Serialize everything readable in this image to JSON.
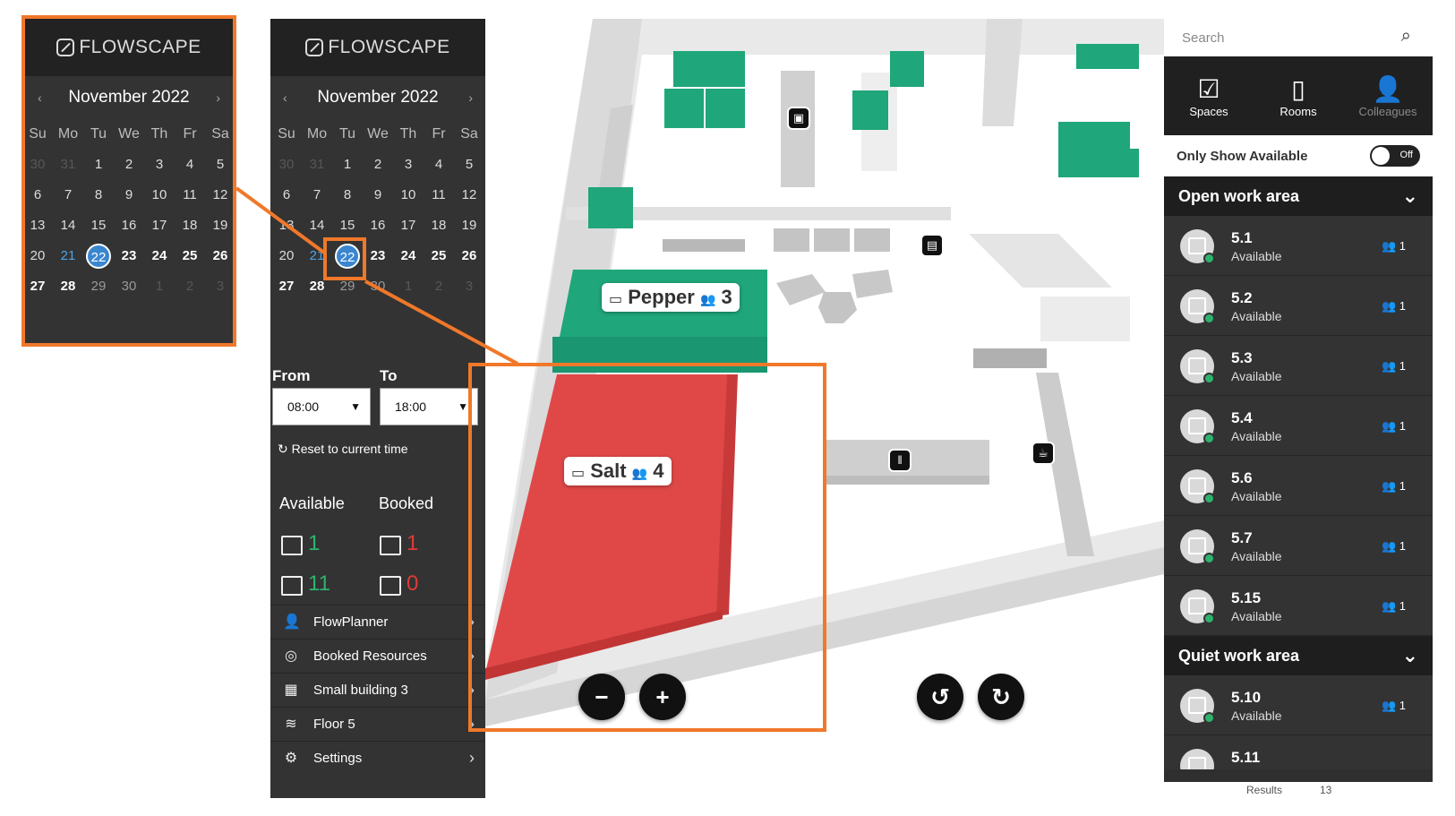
{
  "brand": "FLOWSCAPE",
  "calendar": {
    "month": "November 2022",
    "prev": "‹",
    "next": "›",
    "weekdays": [
      "Su",
      "Mo",
      "Tu",
      "We",
      "Th",
      "Fr",
      "Sa"
    ],
    "weeks": [
      [
        "30",
        "31",
        "1",
        "2",
        "3",
        "4",
        "5"
      ],
      [
        "6",
        "7",
        "8",
        "9",
        "10",
        "11",
        "12"
      ],
      [
        "13",
        "14",
        "15",
        "16",
        "17",
        "18",
        "19"
      ],
      [
        "20",
        "21",
        "22",
        "23",
        "24",
        "25",
        "26"
      ],
      [
        "27",
        "28",
        "29",
        "30",
        "1",
        "2",
        "3"
      ]
    ],
    "selected_day": "22",
    "today_day": "21"
  },
  "time": {
    "from_label": "From",
    "to_label": "To",
    "from_value": "08:00",
    "to_value": "18:00",
    "reset_label": "Reset to current time"
  },
  "stats": {
    "available_label": "Available",
    "booked_label": "Booked",
    "rooms_available": "1",
    "rooms_booked": "1",
    "desks_available": "11",
    "desks_booked": "0"
  },
  "menu": [
    {
      "label": "FlowPlanner",
      "icon": "person-icon"
    },
    {
      "label": "Booked Resources",
      "icon": "user-circle-icon"
    },
    {
      "label": "Small building 3",
      "icon": "building-icon"
    },
    {
      "label": "Floor 5",
      "icon": "layers-icon"
    },
    {
      "label": "Settings",
      "icon": "gear-icon"
    }
  ],
  "search": {
    "placeholder": "Search"
  },
  "tabs": [
    {
      "label": "Spaces",
      "icon": "calendar-check-icon"
    },
    {
      "label": "Rooms",
      "icon": "door-icon"
    },
    {
      "label": "Colleagues",
      "icon": "person-icon"
    }
  ],
  "filter": {
    "label": "Only Show Available",
    "toggle": "Off"
  },
  "sections": [
    {
      "title": "Open work area",
      "items": [
        {
          "name": "5.1",
          "status": "Available",
          "capacity": "1"
        },
        {
          "name": "5.2",
          "status": "Available",
          "capacity": "1"
        },
        {
          "name": "5.3",
          "status": "Available",
          "capacity": "1"
        },
        {
          "name": "5.4",
          "status": "Available",
          "capacity": "1"
        },
        {
          "name": "5.6",
          "status": "Available",
          "capacity": "1"
        },
        {
          "name": "5.7",
          "status": "Available",
          "capacity": "1"
        },
        {
          "name": "5.15",
          "status": "Available",
          "capacity": "1"
        }
      ]
    },
    {
      "title": "Quiet work area",
      "items": [
        {
          "name": "5.10",
          "status": "Available",
          "capacity": "1"
        },
        {
          "name": "5.11",
          "status": "",
          "capacity": ""
        }
      ]
    }
  ],
  "results": {
    "label": "Results",
    "count": "13"
  },
  "rooms": {
    "pepper": {
      "name": "Pepper",
      "capacity": "3"
    },
    "salt": {
      "name": "Salt",
      "capacity": "4"
    }
  },
  "map_controls": {
    "zoom_out": "−",
    "zoom_in": "+",
    "rotate_left": "↺",
    "rotate_right": "↻"
  },
  "colors": {
    "accent": "#f0782a",
    "selected": "#3a86cf",
    "available": "#2db36e",
    "booked": "#e03a3a",
    "desk": "#1fa67a",
    "room_booked": "#e04848"
  }
}
